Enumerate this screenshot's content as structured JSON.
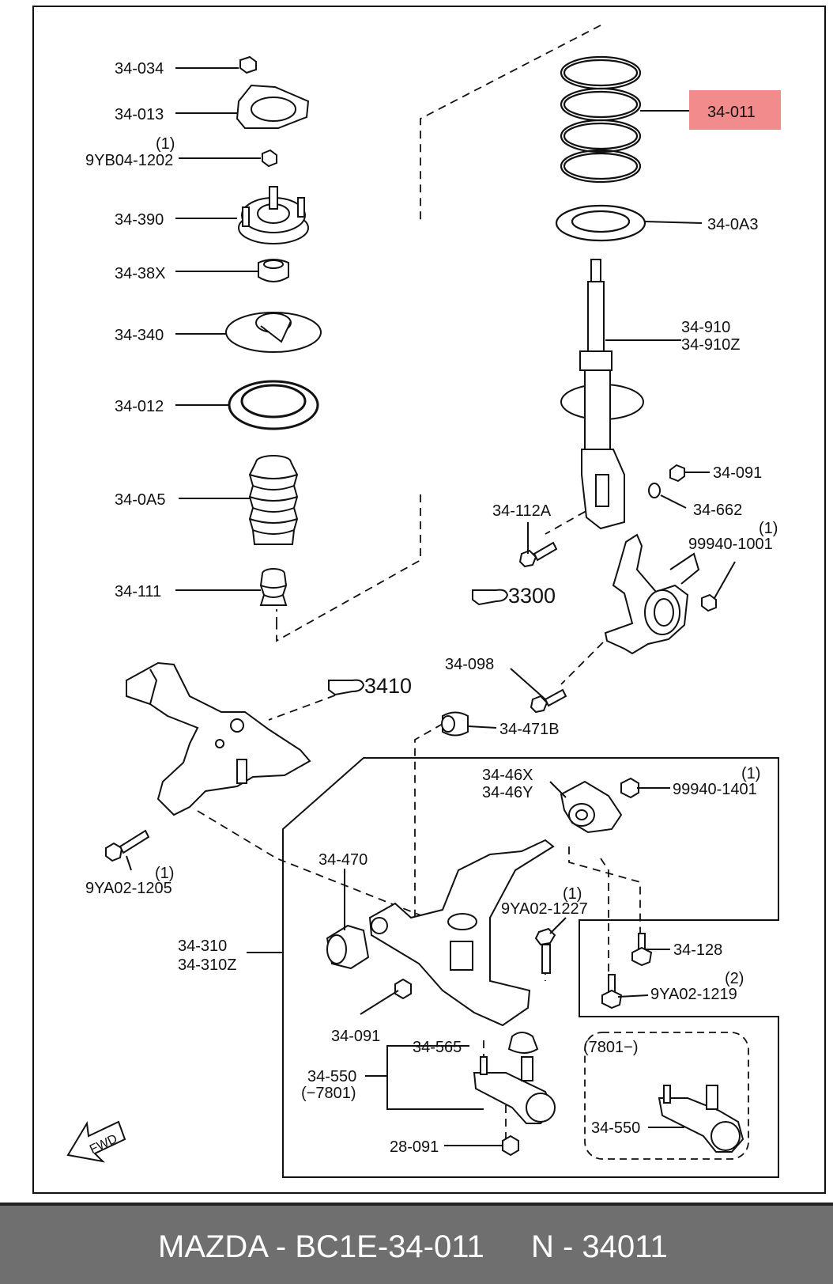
{
  "diagram": {
    "highlight_color": "#f28b8b",
    "labels": {
      "l34034": "34-034",
      "l34013": "34-013",
      "l9yb_note": "(1)",
      "l9yb04": "9YB04-1202",
      "l34390": "34-390",
      "l3438x": "34-38X",
      "l34340": "34-340",
      "l34012": "34-012",
      "l340a5": "34-0A5",
      "l34111": "34-111",
      "l34011": "34-011",
      "l340a3": "34-0A3",
      "l34910": "34-910",
      "l34910z": "34-910Z",
      "l34091a": "34-091",
      "l34662": "34-662",
      "l34112a": "34-112A",
      "l99940_1001_note": "(1)",
      "l99940_1001": "99940-1001",
      "l3300": "3300",
      "l34098": "34-098",
      "l3410": "3410",
      "l34471b": "34-471B",
      "l3446x": "34-46X",
      "l3446y": "34-46Y",
      "l99940_1401_note": "(1)",
      "l99940_1401": "99940-1401",
      "l9ya02_1205_note": "(1)",
      "l9ya02_1205": "9YA02-1205",
      "l34470": "34-470",
      "l9ya02_1227_note": "(1)",
      "l9ya02_1227": "9YA02-1227",
      "l34310": "34-310",
      "l34310z": "34-310Z",
      "l34128": "34-128",
      "l9ya02_1219_note": "(2)",
      "l9ya02_1219": "9YA02-1219",
      "l34091b": "34-091",
      "l34565": "34-565",
      "l7801_box": "(7801−)",
      "l34550": "34-550",
      "l34550_note": "(−7801)",
      "l34550b": "34-550",
      "l28091": "28-091",
      "fwd": "FWD"
    }
  },
  "footer": {
    "left_text": "MAZDA - BC1E-34-011",
    "right_text": "N - 34011"
  }
}
